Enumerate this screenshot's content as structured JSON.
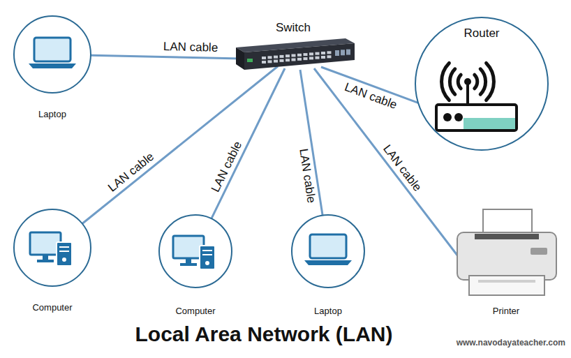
{
  "diagram": {
    "title": "Local Area Network (LAN)",
    "nodes": [
      {
        "text": [
          "Laptop"
        ]
      },
      {
        "text": [
          "Switch"
        ]
      },
      {
        "text": [
          "Router"
        ]
      },
      {
        "text": [
          "Computer"
        ]
      },
      {
        "text": [
          "Computer"
        ]
      },
      {
        "text": [
          "Laptop"
        ]
      },
      {
        "text": [
          "Printer"
        ]
      }
    ],
    "edges": [
      {
        "from": 1,
        "to": 0,
        "label": "LAN cable",
        "arrow": "none"
      },
      {
        "from": 1,
        "to": 2,
        "label": "LAN cable",
        "arrow": "none"
      },
      {
        "from": 1,
        "to": 3,
        "label": "LAN cable",
        "arrow": "none"
      },
      {
        "from": 1,
        "to": 4,
        "label": "LAN cable",
        "arrow": "none"
      },
      {
        "from": 1,
        "to": 5,
        "label": "LAN cable",
        "arrow": "none"
      },
      {
        "from": 1,
        "to": 6,
        "label": "LAN cable",
        "arrow": "none"
      }
    ],
    "labels": [
      "www.navodayateacher.com"
    ]
  }
}
